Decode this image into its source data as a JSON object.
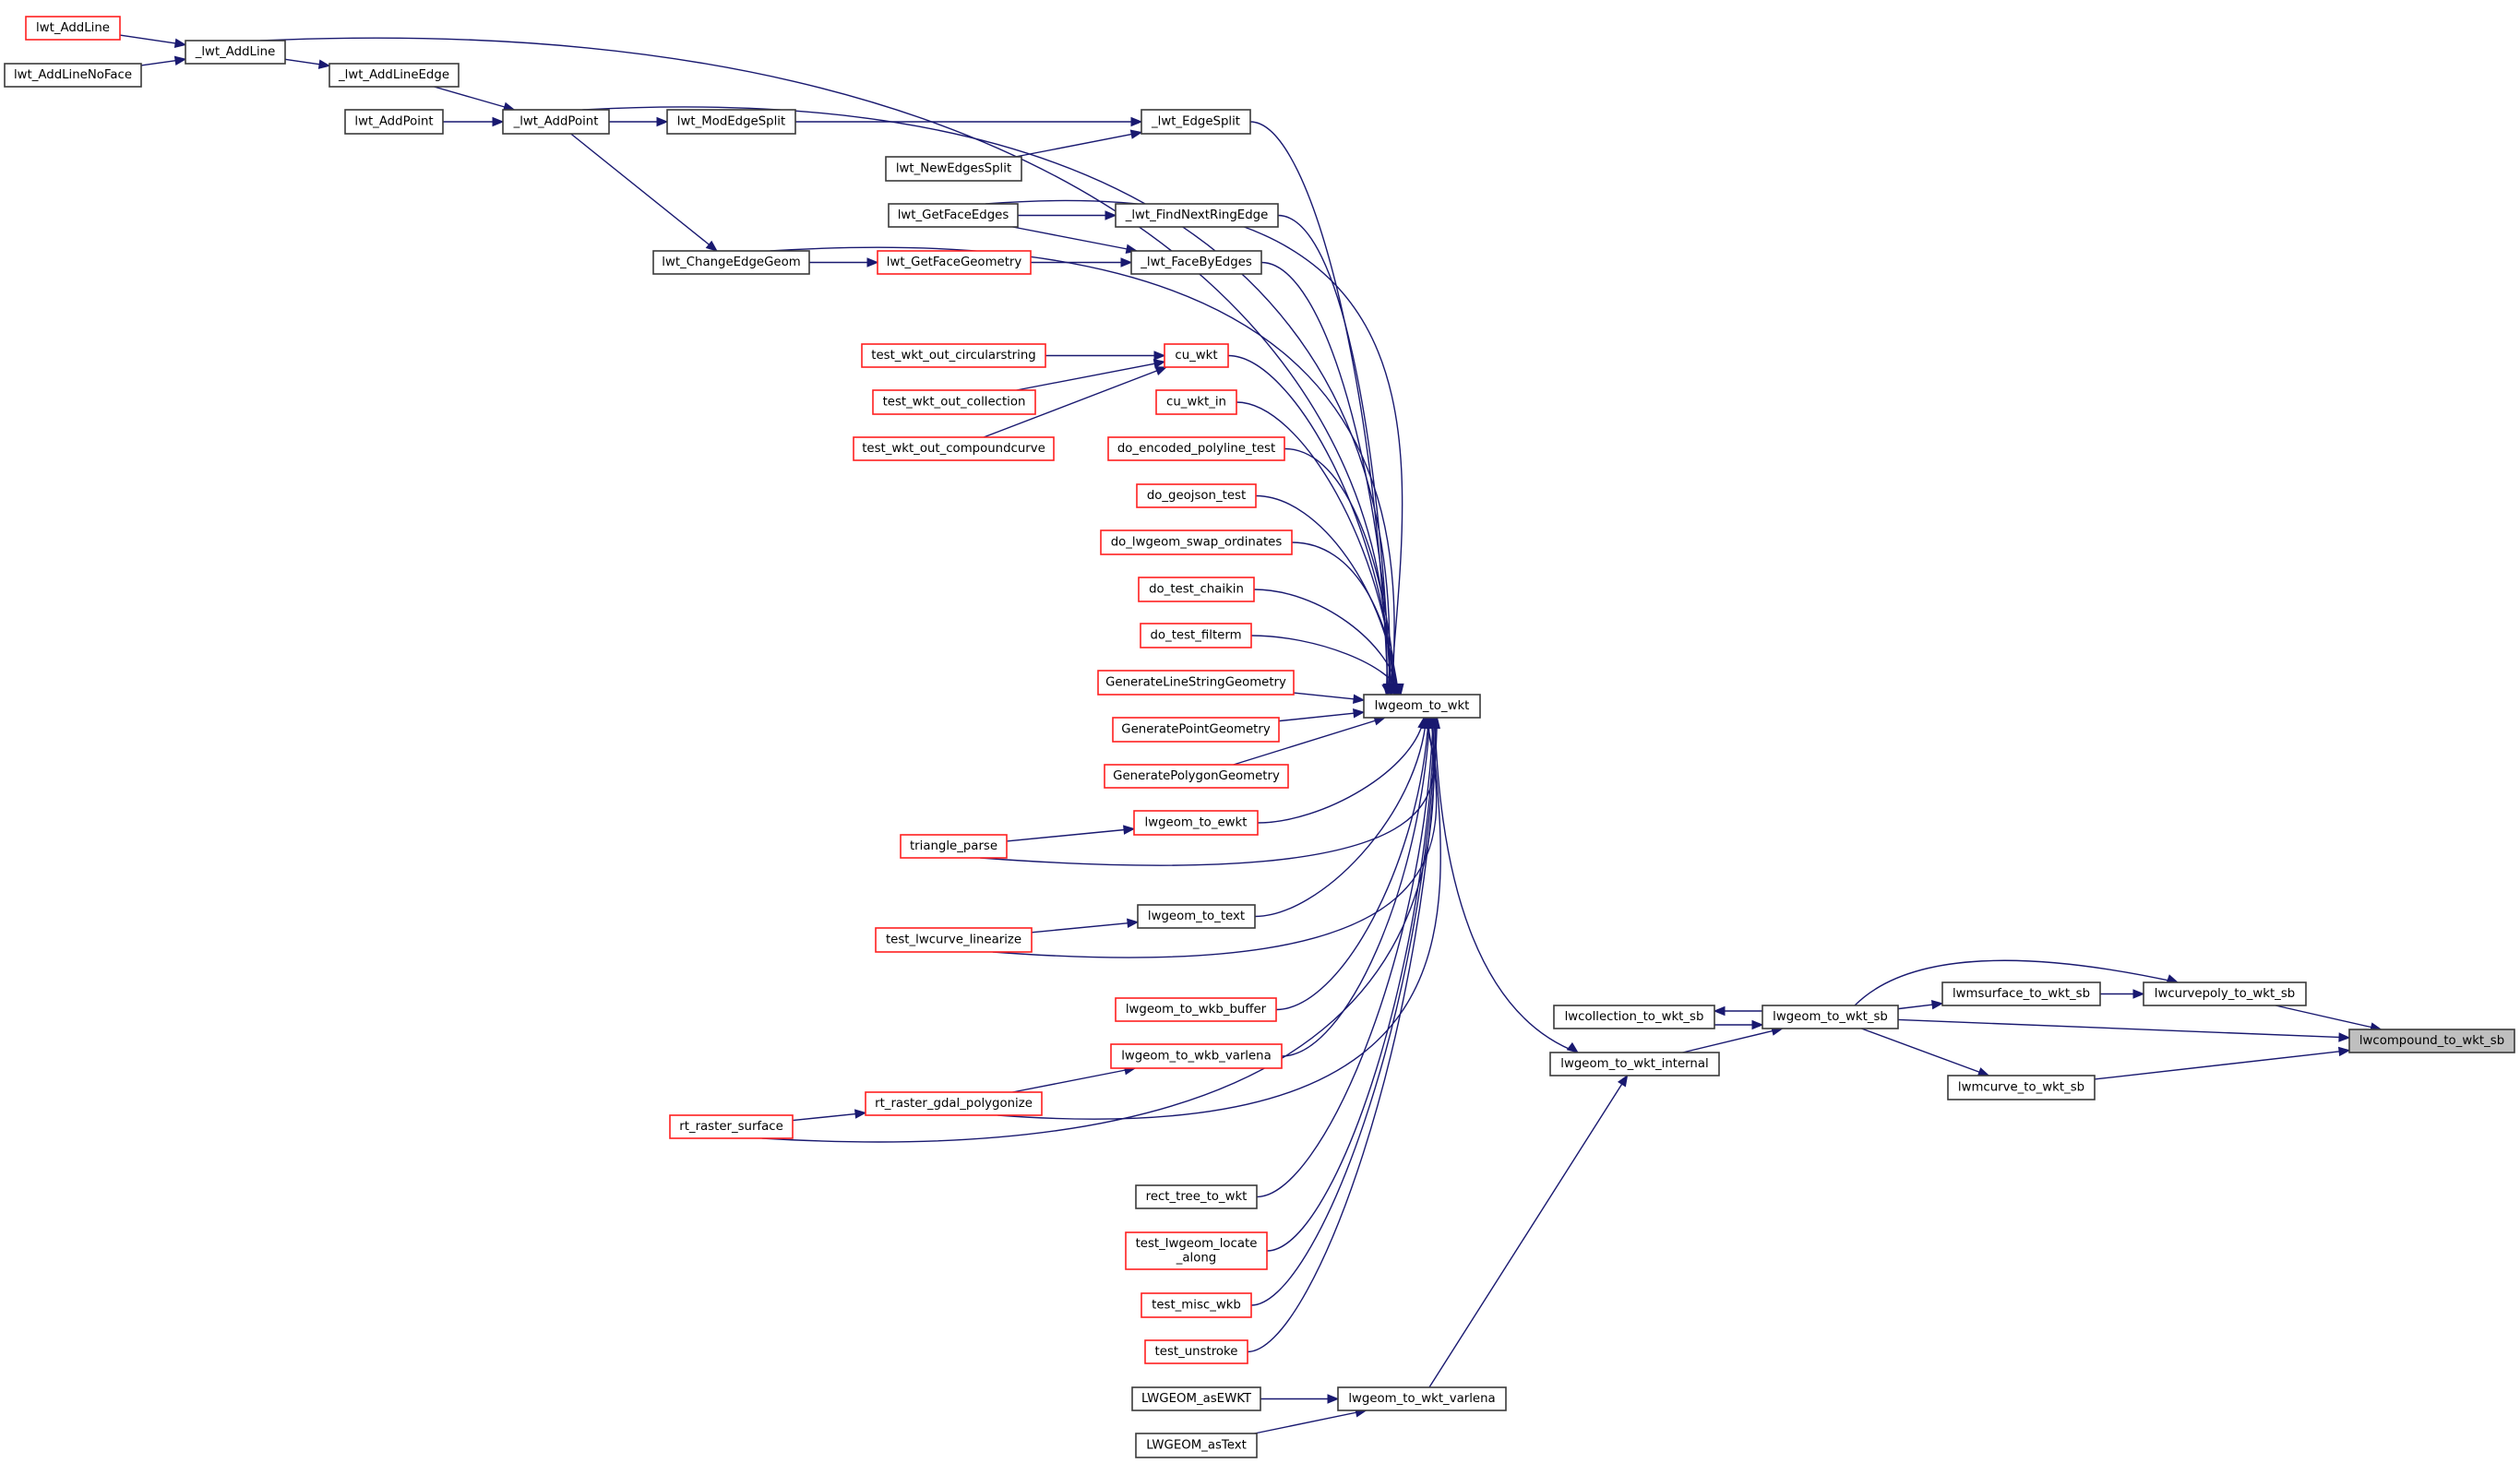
{
  "diagram": {
    "type": "doxygen-caller-graph",
    "focus_node": "lwcompound_to_wkt_sb",
    "colors": {
      "edge": "#191970",
      "node_border": "#3a3a3a",
      "undocumented_border": "#ff2020",
      "focus_fill": "#bfbfbf",
      "background": "#ffffff"
    },
    "nodes": [
      {
        "id": "lwt_AddLine",
        "label": "lwt_AddLine",
        "style": "red"
      },
      {
        "id": "lwt_AddLineNoFace",
        "label": "lwt_AddLineNoFace",
        "style": "normal"
      },
      {
        "id": "_lwt_AddLine",
        "label": "_lwt_AddLine",
        "style": "normal"
      },
      {
        "id": "_lwt_AddLineEdge",
        "label": "_lwt_AddLineEdge",
        "style": "normal"
      },
      {
        "id": "lwt_AddPoint",
        "label": "lwt_AddPoint",
        "style": "normal"
      },
      {
        "id": "_lwt_AddPoint",
        "label": "_lwt_AddPoint",
        "style": "normal"
      },
      {
        "id": "lwt_ModEdgeSplit",
        "label": "lwt_ModEdgeSplit",
        "style": "normal"
      },
      {
        "id": "_lwt_EdgeSplit",
        "label": "_lwt_EdgeSplit",
        "style": "normal"
      },
      {
        "id": "lwt_NewEdgesSplit",
        "label": "lwt_NewEdgesSplit",
        "style": "normal"
      },
      {
        "id": "lwt_GetFaceEdges",
        "label": "lwt_GetFaceEdges",
        "style": "normal"
      },
      {
        "id": "_lwt_FindNextRingEdge",
        "label": "_lwt_FindNextRingEdge",
        "style": "normal"
      },
      {
        "id": "lwt_ChangeEdgeGeom",
        "label": "lwt_ChangeEdgeGeom",
        "style": "normal"
      },
      {
        "id": "lwt_GetFaceGeometry",
        "label": "lwt_GetFaceGeometry",
        "style": "red"
      },
      {
        "id": "_lwt_FaceByEdges",
        "label": "_lwt_FaceByEdges",
        "style": "normal"
      },
      {
        "id": "test_wkt_out_circularstring",
        "label": "test_wkt_out_circularstring",
        "style": "red"
      },
      {
        "id": "test_wkt_out_collection",
        "label": "test_wkt_out_collection",
        "style": "red"
      },
      {
        "id": "test_wkt_out_compoundcurve",
        "label": "test_wkt_out_compoundcurve",
        "style": "red"
      },
      {
        "id": "cu_wkt",
        "label": "cu_wkt",
        "style": "red"
      },
      {
        "id": "cu_wkt_in",
        "label": "cu_wkt_in",
        "style": "red"
      },
      {
        "id": "do_encoded_polyline_test",
        "label": "do_encoded_polyline_test",
        "style": "red"
      },
      {
        "id": "do_geojson_test",
        "label": "do_geojson_test",
        "style": "red"
      },
      {
        "id": "do_lwgeom_swap_ordinates",
        "label": "do_lwgeom_swap_ordinates",
        "style": "red"
      },
      {
        "id": "do_test_chaikin",
        "label": "do_test_chaikin",
        "style": "red"
      },
      {
        "id": "do_test_filterm",
        "label": "do_test_filterm",
        "style": "red"
      },
      {
        "id": "GenerateLineStringGeometry",
        "label": "GenerateLineStringGeometry",
        "style": "red"
      },
      {
        "id": "GeneratePointGeometry",
        "label": "GeneratePointGeometry",
        "style": "red"
      },
      {
        "id": "GeneratePolygonGeometry",
        "label": "GeneratePolygonGeometry",
        "style": "red"
      },
      {
        "id": "triangle_parse",
        "label": "triangle_parse",
        "style": "red"
      },
      {
        "id": "lwgeom_to_ewkt",
        "label": "lwgeom_to_ewkt",
        "style": "red"
      },
      {
        "id": "test_lwcurve_linearize",
        "label": "test_lwcurve_linearize",
        "style": "red"
      },
      {
        "id": "lwgeom_to_text",
        "label": "lwgeom_to_text",
        "style": "normal"
      },
      {
        "id": "lwgeom_to_wkb_buffer",
        "label": "lwgeom_to_wkb_buffer",
        "style": "red"
      },
      {
        "id": "lwgeom_to_wkb_varlena",
        "label": "lwgeom_to_wkb_varlena",
        "style": "red"
      },
      {
        "id": "rt_raster_surface",
        "label": "rt_raster_surface",
        "style": "red"
      },
      {
        "id": "rt_raster_gdal_polygonize",
        "label": "rt_raster_gdal_polygonize",
        "style": "red"
      },
      {
        "id": "rect_tree_to_wkt",
        "label": "rect_tree_to_wkt",
        "style": "normal"
      },
      {
        "id": "test_lwgeom_locate_along",
        "label": "test_lwgeom_locate\n_along",
        "style": "red"
      },
      {
        "id": "test_misc_wkb",
        "label": "test_misc_wkb",
        "style": "red"
      },
      {
        "id": "test_unstroke",
        "label": "test_unstroke",
        "style": "red"
      },
      {
        "id": "LWGEOM_asEWKT",
        "label": "LWGEOM_asEWKT",
        "style": "normal"
      },
      {
        "id": "LWGEOM_asText",
        "label": "LWGEOM_asText",
        "style": "normal"
      },
      {
        "id": "lwgeom_to_wkt_varlena",
        "label": "lwgeom_to_wkt_varlena",
        "style": "normal"
      },
      {
        "id": "lwgeom_to_wkt",
        "label": "lwgeom_to_wkt",
        "style": "normal"
      },
      {
        "id": "lwgeom_to_wkt_internal",
        "label": "lwgeom_to_wkt_internal",
        "style": "normal"
      },
      {
        "id": "lwcollection_to_wkt_sb",
        "label": "lwcollection_to_wkt_sb",
        "style": "normal"
      },
      {
        "id": "lwgeom_to_wkt_sb",
        "label": "lwgeom_to_wkt_sb",
        "style": "normal"
      },
      {
        "id": "lwmsurface_to_wkt_sb",
        "label": "lwmsurface_to_wkt_sb",
        "style": "normal"
      },
      {
        "id": "lwcurvepoly_to_wkt_sb",
        "label": "lwcurvepoly_to_wkt_sb",
        "style": "normal"
      },
      {
        "id": "lwmcurve_to_wkt_sb",
        "label": "lwmcurve_to_wkt_sb",
        "style": "normal"
      },
      {
        "id": "lwcompound_to_wkt_sb",
        "label": "lwcompound_to_wkt_sb",
        "style": "focus"
      }
    ],
    "edges": [
      {
        "from": "lwt_AddLine",
        "to": "_lwt_AddLine"
      },
      {
        "from": "lwt_AddLineNoFace",
        "to": "_lwt_AddLine"
      },
      {
        "from": "_lwt_AddLine",
        "to": "_lwt_AddLineEdge"
      },
      {
        "from": "_lwt_AddLine",
        "to": "lwgeom_to_wkt"
      },
      {
        "from": "_lwt_AddLineEdge",
        "to": "_lwt_AddPoint"
      },
      {
        "from": "lwt_AddPoint",
        "to": "_lwt_AddPoint"
      },
      {
        "from": "_lwt_AddPoint",
        "to": "lwt_ModEdgeSplit"
      },
      {
        "from": "_lwt_AddPoint",
        "to": "lwt_ChangeEdgeGeom"
      },
      {
        "from": "_lwt_AddPoint",
        "to": "lwgeom_to_wkt"
      },
      {
        "from": "lwt_ModEdgeSplit",
        "to": "_lwt_EdgeSplit"
      },
      {
        "from": "lwt_NewEdgesSplit",
        "to": "_lwt_EdgeSplit"
      },
      {
        "from": "_lwt_EdgeSplit",
        "to": "lwgeom_to_wkt"
      },
      {
        "from": "lwt_GetFaceEdges",
        "to": "_lwt_FindNextRingEdge"
      },
      {
        "from": "lwt_GetFaceEdges",
        "to": "_lwt_FaceByEdges"
      },
      {
        "from": "lwt_GetFaceEdges",
        "to": "lwgeom_to_wkt"
      },
      {
        "from": "_lwt_FindNextRingEdge",
        "to": "lwgeom_to_wkt"
      },
      {
        "from": "lwt_ChangeEdgeGeom",
        "to": "lwt_GetFaceGeometry"
      },
      {
        "from": "lwt_ChangeEdgeGeom",
        "to": "lwgeom_to_wkt"
      },
      {
        "from": "lwt_GetFaceGeometry",
        "to": "_lwt_FaceByEdges"
      },
      {
        "from": "_lwt_FaceByEdges",
        "to": "lwgeom_to_wkt"
      },
      {
        "from": "test_wkt_out_circularstring",
        "to": "cu_wkt"
      },
      {
        "from": "test_wkt_out_collection",
        "to": "cu_wkt"
      },
      {
        "from": "test_wkt_out_compoundcurve",
        "to": "cu_wkt"
      },
      {
        "from": "cu_wkt",
        "to": "lwgeom_to_wkt"
      },
      {
        "from": "cu_wkt_in",
        "to": "lwgeom_to_wkt"
      },
      {
        "from": "do_encoded_polyline_test",
        "to": "lwgeom_to_wkt"
      },
      {
        "from": "do_geojson_test",
        "to": "lwgeom_to_wkt"
      },
      {
        "from": "do_lwgeom_swap_ordinates",
        "to": "lwgeom_to_wkt"
      },
      {
        "from": "do_test_chaikin",
        "to": "lwgeom_to_wkt"
      },
      {
        "from": "do_test_filterm",
        "to": "lwgeom_to_wkt"
      },
      {
        "from": "GenerateLineStringGeometry",
        "to": "lwgeom_to_wkt"
      },
      {
        "from": "GeneratePointGeometry",
        "to": "lwgeom_to_wkt"
      },
      {
        "from": "GeneratePolygonGeometry",
        "to": "lwgeom_to_wkt"
      },
      {
        "from": "triangle_parse",
        "to": "lwgeom_to_ewkt"
      },
      {
        "from": "triangle_parse",
        "to": "lwgeom_to_wkt"
      },
      {
        "from": "lwgeom_to_ewkt",
        "to": "lwgeom_to_wkt"
      },
      {
        "from": "test_lwcurve_linearize",
        "to": "lwgeom_to_text"
      },
      {
        "from": "test_lwcurve_linearize",
        "to": "lwgeom_to_wkt"
      },
      {
        "from": "lwgeom_to_text",
        "to": "lwgeom_to_wkt"
      },
      {
        "from": "lwgeom_to_wkb_buffer",
        "to": "lwgeom_to_wkt"
      },
      {
        "from": "lwgeom_to_wkb_varlena",
        "to": "lwgeom_to_wkt"
      },
      {
        "from": "rt_raster_surface",
        "to": "rt_raster_gdal_polygonize"
      },
      {
        "from": "rt_raster_surface",
        "to": "lwgeom_to_wkt"
      },
      {
        "from": "rt_raster_gdal_polygonize",
        "to": "lwgeom_to_wkb_varlena"
      },
      {
        "from": "rt_raster_gdal_polygonize",
        "to": "lwgeom_to_wkt"
      },
      {
        "from": "rect_tree_to_wkt",
        "to": "lwgeom_to_wkt"
      },
      {
        "from": "test_lwgeom_locate_along",
        "to": "lwgeom_to_wkt"
      },
      {
        "from": "test_misc_wkb",
        "to": "lwgeom_to_wkt"
      },
      {
        "from": "test_unstroke",
        "to": "lwgeom_to_wkt"
      },
      {
        "from": "LWGEOM_asEWKT",
        "to": "lwgeom_to_wkt_varlena"
      },
      {
        "from": "LWGEOM_asText",
        "to": "lwgeom_to_wkt_varlena"
      },
      {
        "from": "lwgeom_to_wkt_varlena",
        "to": "lwgeom_to_wkt_internal"
      },
      {
        "from": "lwgeom_to_wkt",
        "to": "lwgeom_to_wkt_internal"
      },
      {
        "from": "lwgeom_to_wkt_internal",
        "to": "lwgeom_to_wkt_sb"
      },
      {
        "from": "lwcollection_to_wkt_sb",
        "to": "lwgeom_to_wkt_sb"
      },
      {
        "from": "lwgeom_to_wkt_sb",
        "to": "lwcollection_to_wkt_sb"
      },
      {
        "from": "lwgeom_to_wkt_sb",
        "to": "lwmsurface_to_wkt_sb"
      },
      {
        "from": "lwgeom_to_wkt_sb",
        "to": "lwcurvepoly_to_wkt_sb"
      },
      {
        "from": "lwgeom_to_wkt_sb",
        "to": "lwcompound_to_wkt_sb"
      },
      {
        "from": "lwgeom_to_wkt_sb",
        "to": "lwmcurve_to_wkt_sb"
      },
      {
        "from": "lwmsurface_to_wkt_sb",
        "to": "lwcurvepoly_to_wkt_sb"
      },
      {
        "from": "lwcurvepoly_to_wkt_sb",
        "to": "lwcompound_to_wkt_sb"
      },
      {
        "from": "lwmcurve_to_wkt_sb",
        "to": "lwcompound_to_wkt_sb"
      }
    ]
  }
}
